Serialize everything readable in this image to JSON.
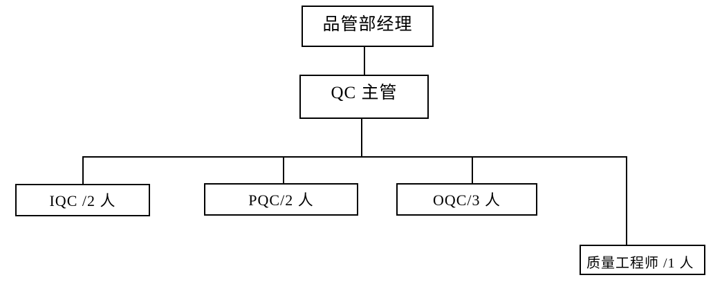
{
  "diagram": {
    "type": "org-chart",
    "colors": {
      "line": "#000000",
      "background": "#ffffff",
      "text": "#000000"
    },
    "nodes": {
      "manager": {
        "label": "品管部经理"
      },
      "qc_supervisor": {
        "label": "QC 主管"
      },
      "iqc": {
        "label": "IQC /2 人"
      },
      "pqc": {
        "label": "PQC/2 人"
      },
      "oqc": {
        "label": "OQC/3 人"
      },
      "quality_engineer": {
        "label": "质量工程师 /1 人"
      }
    },
    "edges": [
      {
        "from": "manager",
        "to": "qc_supervisor"
      },
      {
        "from": "qc_supervisor",
        "to": "iqc"
      },
      {
        "from": "qc_supervisor",
        "to": "pqc"
      },
      {
        "from": "qc_supervisor",
        "to": "oqc"
      },
      {
        "from": "qc_supervisor",
        "to": "quality_engineer"
      }
    ]
  }
}
